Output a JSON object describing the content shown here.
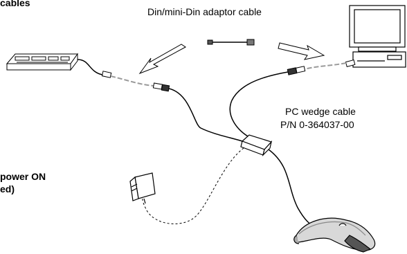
{
  "labels": {
    "top_left_partial": "cables",
    "adaptor": "Din/mini-Din adaptor cable",
    "wedge_line1": "PC wedge cable",
    "wedge_line2": "P/N 0-364037-00",
    "power_line1": "power ON",
    "power_line2": "ed)"
  },
  "colors": {
    "line": "#000000",
    "gray_cable": "#9a9a9a",
    "scanner_body": "#d8d8d8",
    "scanner_dark": "#555555"
  },
  "icons": [
    "keyboard-icon",
    "computer-icon",
    "power-adapter-icon",
    "scanner-icon",
    "junction-box-icon",
    "arrow-icon"
  ]
}
